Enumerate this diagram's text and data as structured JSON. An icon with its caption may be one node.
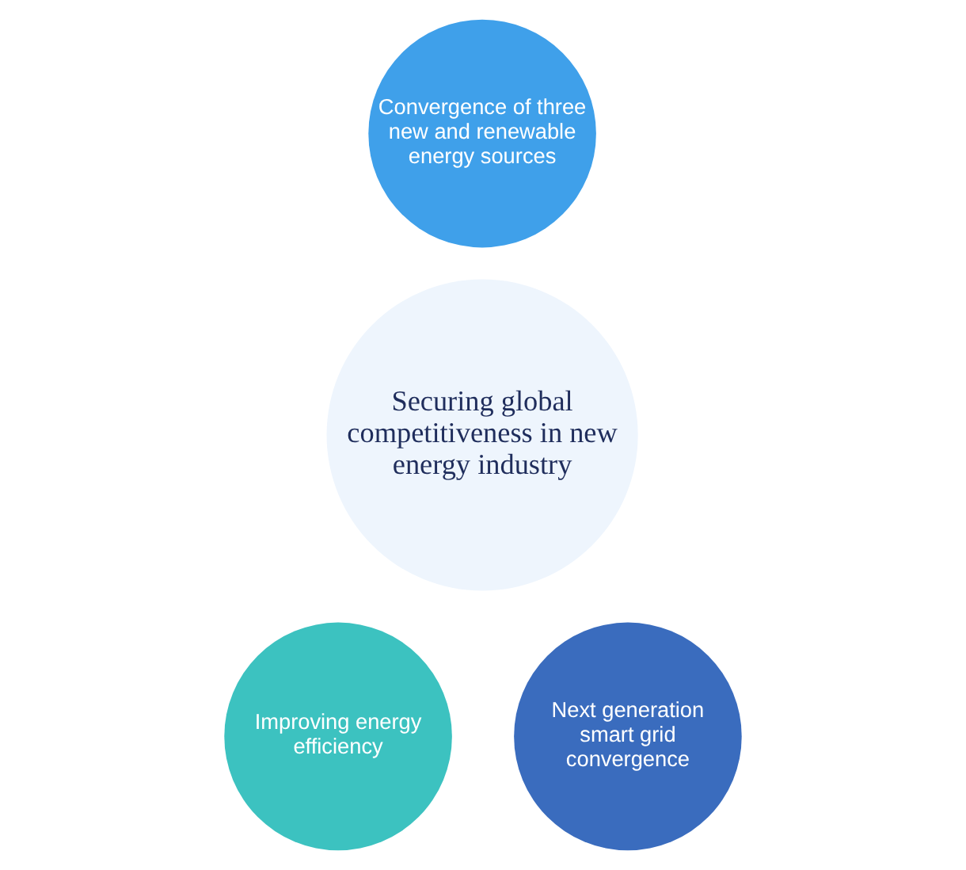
{
  "diagram": {
    "nodes": [
      {
        "text": [
          "Convergence of three new and renewable energy sources"
        ]
      },
      {
        "text": [
          "Securing global competitiveness in new energy industry"
        ]
      },
      {
        "text": [
          "Improving energy efficiency"
        ]
      },
      {
        "text": [
          "Next generation smart grid convergence"
        ]
      }
    ]
  }
}
